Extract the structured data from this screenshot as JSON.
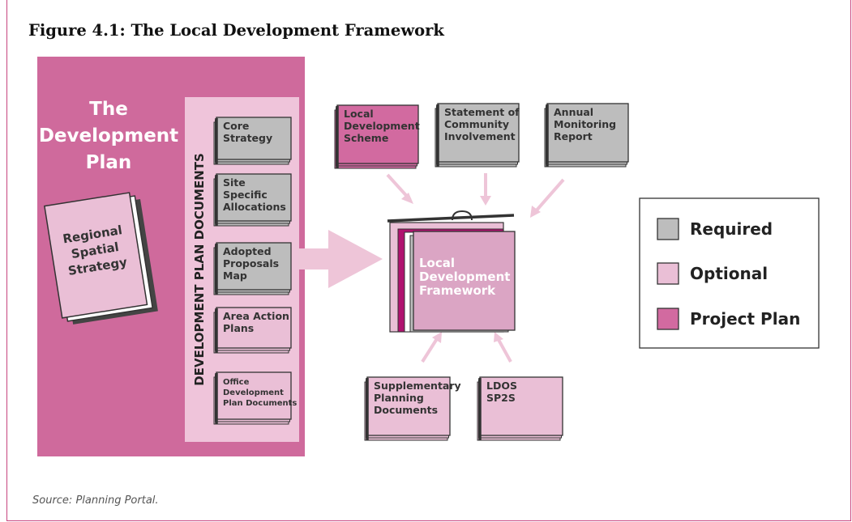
{
  "figure_title": "Figure 4.1: The Local Development Framework",
  "source": "Source: Planning Portal.",
  "development_plan": {
    "title_lines": [
      "The",
      "Development",
      "Plan"
    ],
    "regional_strategy": [
      "Regional",
      "Spatial",
      "Strategy"
    ],
    "vertical_label": "DEVELOPMENT PLAN DOCUMENTS",
    "documents": [
      {
        "lines": [
          "Core",
          "Strategy"
        ],
        "status": "required"
      },
      {
        "lines": [
          "Site",
          "Specific",
          "Allocations"
        ],
        "status": "required"
      },
      {
        "lines": [
          "Adopted",
          "Proposals",
          "Map"
        ],
        "status": "required"
      },
      {
        "lines": [
          "Area Action",
          "Plans"
        ],
        "status": "optional"
      },
      {
        "lines": [
          "Office",
          "Development",
          "Plan Documents"
        ],
        "status": "optional"
      }
    ]
  },
  "top_documents": [
    {
      "lines": [
        "Local",
        "Development",
        "Scheme"
      ],
      "status": "project"
    },
    {
      "lines": [
        "Statement of",
        "Community",
        "Involvement"
      ],
      "status": "required"
    },
    {
      "lines": [
        "Annual",
        "Monitoring",
        "Report"
      ],
      "status": "required"
    }
  ],
  "center": {
    "lines": [
      "Local",
      "Development",
      "Framework"
    ]
  },
  "bottom_documents": [
    {
      "lines": [
        "Supplementary",
        "Planning",
        "Documents"
      ],
      "status": "optional"
    },
    {
      "lines": [
        "LDOS",
        "SP2S"
      ],
      "status": "optional"
    }
  ],
  "legend": [
    {
      "label": "Required",
      "status": "required"
    },
    {
      "label": "Optional",
      "status": "optional"
    },
    {
      "label": "Project Plan",
      "status": "project"
    }
  ],
  "colors": {
    "required": "#bdbdbd",
    "optional": "#eabfd6",
    "project": "#d26aa0",
    "dev_plan_panel": "#cf6a9c",
    "ddoc_panel": "#efc4da",
    "arrow": "#eec5d8",
    "center_folder": "#dba5c4",
    "border": "#c7447f"
  }
}
